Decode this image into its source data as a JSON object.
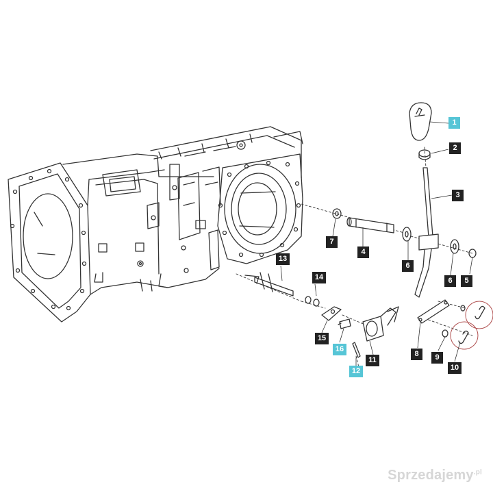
{
  "callouts": [
    "1",
    "2",
    "3",
    "4",
    "5",
    "6",
    "6",
    "7",
    "8",
    "9",
    "10",
    "11",
    "12",
    "13",
    "14",
    "15",
    "16"
  ],
  "highlighted_callouts": [
    "1",
    "12",
    "16"
  ],
  "colors": {
    "line": "#333333",
    "callout_dark": "#222222",
    "callout_highlight": "#56c5d6",
    "circle_marks": "#b05050"
  },
  "watermark": {
    "brand": "Sprzedajemy",
    "domain": ".pl"
  }
}
